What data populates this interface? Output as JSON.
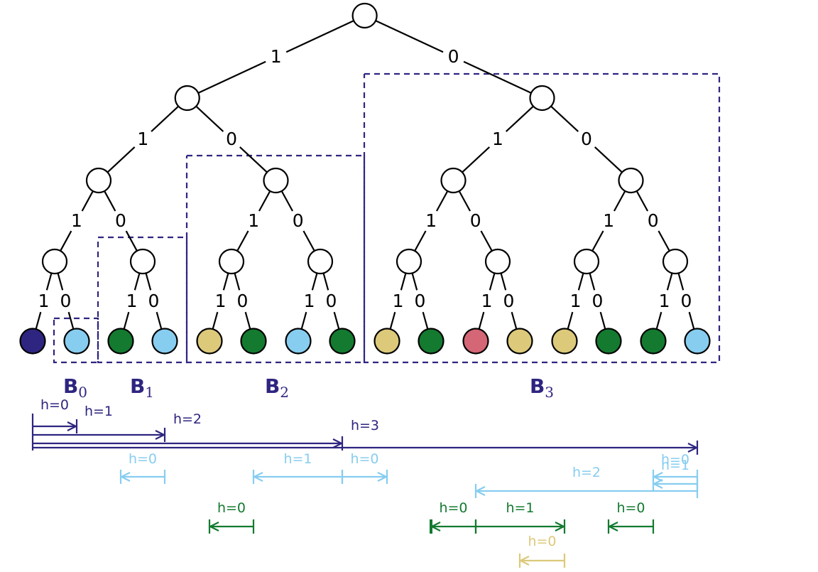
{
  "colors": {
    "navy": "#2e2580",
    "light_blue": "#87cdf0",
    "green": "#137a30",
    "tan": "#dcc97a",
    "red": "#d46675",
    "node_fill": "#ffffff",
    "edge": "#000000"
  },
  "edge_labels": {
    "left": "1",
    "right": "0"
  },
  "leaf_colors": [
    "navy",
    "light_blue",
    "green",
    "light_blue",
    "tan",
    "green",
    "light_blue",
    "green",
    "tan",
    "green",
    "red",
    "tan",
    "tan",
    "green",
    "green",
    "light_blue"
  ],
  "blocks": [
    {
      "letter": "B",
      "sub": "0"
    },
    {
      "letter": "B",
      "sub": "1"
    },
    {
      "letter": "B",
      "sub": "2"
    },
    {
      "letter": "B",
      "sub": "3"
    }
  ],
  "intervals": [
    {
      "label": "h=0",
      "color": "navy",
      "from_leaf": 0,
      "to_leaf": 1,
      "dir": "right"
    },
    {
      "label": "h=1",
      "color": "navy",
      "from_leaf": 0,
      "to_leaf": 3,
      "dir": "right"
    },
    {
      "label": "h=2",
      "color": "navy",
      "from_leaf": 0,
      "to_leaf": 7,
      "dir": "right"
    },
    {
      "label": "h=3",
      "color": "navy",
      "from_leaf": 0,
      "to_leaf": 15,
      "dir": "right"
    },
    {
      "label": "h=0",
      "color": "light_blue",
      "from_leaf": 2,
      "to_leaf": 3,
      "dir": "left"
    },
    {
      "label": "h=1",
      "color": "light_blue",
      "from_leaf": 5,
      "to_leaf": 7,
      "dir": "left"
    },
    {
      "label": "h=0",
      "color": "light_blue",
      "from_leaf": 7,
      "to_leaf": 8,
      "dir": "right"
    },
    {
      "label": "h=2",
      "color": "light_blue",
      "from_leaf": 10,
      "to_leaf": 15,
      "dir": "left"
    },
    {
      "label": "h=1",
      "color": "light_blue",
      "from_leaf": 14,
      "to_leaf": 15,
      "dir": "left"
    },
    {
      "label": "h=0",
      "color": "light_blue",
      "from_leaf": 15,
      "to_leaf": 15,
      "dir": "left"
    },
    {
      "label": "h=0",
      "color": "green",
      "from_leaf": 4,
      "to_leaf": 5,
      "dir": "left"
    },
    {
      "label": "h=0",
      "color": "green",
      "from_leaf": 9,
      "to_leaf": 10,
      "dir": "left"
    },
    {
      "label": "h=1",
      "color": "green",
      "from_leaf": 10,
      "to_leaf": 12,
      "dir": "right"
    },
    {
      "label": "h=0",
      "color": "green",
      "from_leaf": 13,
      "to_leaf": 14,
      "dir": "left"
    },
    {
      "label": "h=0",
      "color": "tan",
      "from_leaf": 11,
      "to_leaf": 12,
      "dir": "left"
    }
  ]
}
